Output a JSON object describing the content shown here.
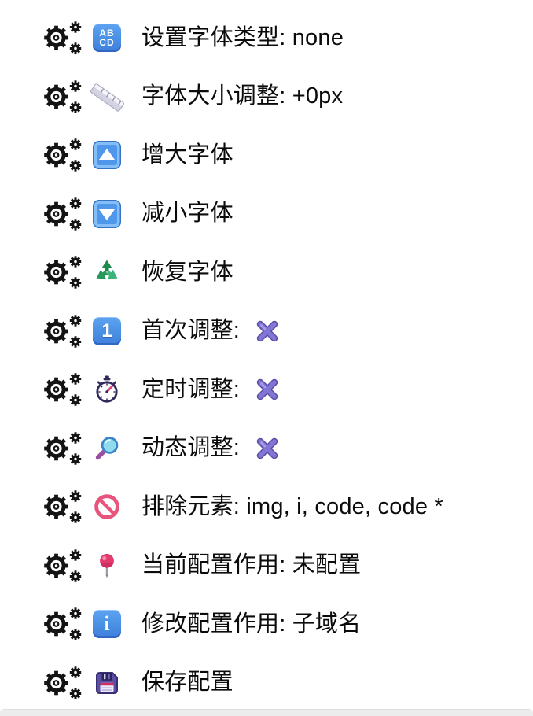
{
  "menu": {
    "items": [
      {
        "id": "set-font-type",
        "icon": "abcd-input-icon",
        "label": "设置字体类型: none"
      },
      {
        "id": "font-size-adjust",
        "icon": "ruler-icon",
        "label": "字体大小调整: +0px"
      },
      {
        "id": "increase-font",
        "icon": "up-button-icon",
        "label": "增大字体"
      },
      {
        "id": "decrease-font",
        "icon": "down-button-icon",
        "label": "减小字体"
      },
      {
        "id": "restore-font",
        "icon": "recycle-icon",
        "label": "恢复字体"
      },
      {
        "id": "first-adjust",
        "icon": "keycap-1-icon",
        "label": "首次调整: ",
        "suffix_icon": "cross-mark-icon"
      },
      {
        "id": "timed-adjust",
        "icon": "stopwatch-icon",
        "label": "定时调整: ",
        "suffix_icon": "cross-mark-icon"
      },
      {
        "id": "dynamic-adjust",
        "icon": "magnifier-icon",
        "label": "动态调整: ",
        "suffix_icon": "cross-mark-icon"
      },
      {
        "id": "exclude-elements",
        "icon": "prohibited-icon",
        "label": "排除元素: img, i, code, code *"
      },
      {
        "id": "current-config-scope",
        "icon": "pushpin-icon",
        "label": "当前配置作用: 未配置"
      },
      {
        "id": "modify-config-scope",
        "icon": "info-icon",
        "label": "修改配置作用: 子域名"
      },
      {
        "id": "save-config",
        "icon": "floppy-disk-icon",
        "label": "保存配置"
      }
    ]
  },
  "icon_glyphs": {
    "abcd_top": "AB",
    "abcd_bottom": "CD",
    "keycap_one": "1",
    "info_i": "i"
  },
  "colors": {
    "emoji_blue": "#4a90e2",
    "recycle_green": "#27995d",
    "prohibit_pink": "#e9547c",
    "cross_purple": "#8276d4",
    "pin_pink": "#e23a6d",
    "gear_black": "#141414",
    "footer_gray": "#ececec"
  }
}
